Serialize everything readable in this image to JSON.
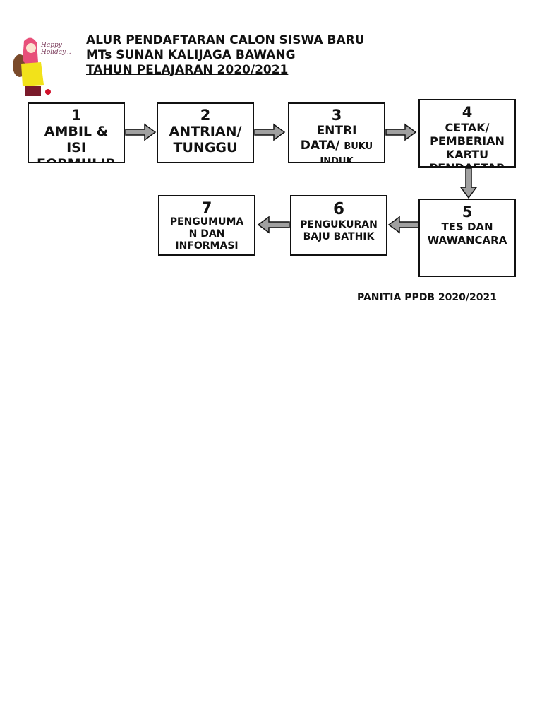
{
  "header": {
    "lines": [
      "ALUR PENDAFTARAN CALON SISWA BARU",
      "MTs SUNAN KALIJAGA BAWANG",
      "TAHUN PELAJARAN 2020/2021"
    ],
    "logo_text": "Happy Holiday..."
  },
  "steps": [
    {
      "num": "1",
      "lines": [
        "AMBIL &",
        "ISI",
        "FORMULIR"
      ]
    },
    {
      "num": "2",
      "lines": [
        "ANTRIAN/",
        "TUNGGU"
      ]
    },
    {
      "num": "3",
      "line1": "ENTRI",
      "line2a": "DATA/",
      "line2b": "BUKU",
      "line3": "INDUK"
    },
    {
      "num": "4",
      "lines": [
        "CETAK/",
        "PEMBERIAN",
        "KARTU",
        "PENDAFTAR"
      ]
    },
    {
      "num": "5",
      "lines": [
        "TES DAN",
        "WAWANCARA"
      ]
    },
    {
      "num": "6",
      "lines": [
        "PENGUKURAN",
        "BAJU BATHIK"
      ]
    },
    {
      "num": "7",
      "lines": [
        "PENGUMUMA",
        "N DAN",
        "INFORMASI"
      ]
    }
  ],
  "footer": "PANITIA PPDB 2020/2021",
  "colors": {
    "arrow_fill": "#a0a0a0",
    "border": "#111111"
  }
}
